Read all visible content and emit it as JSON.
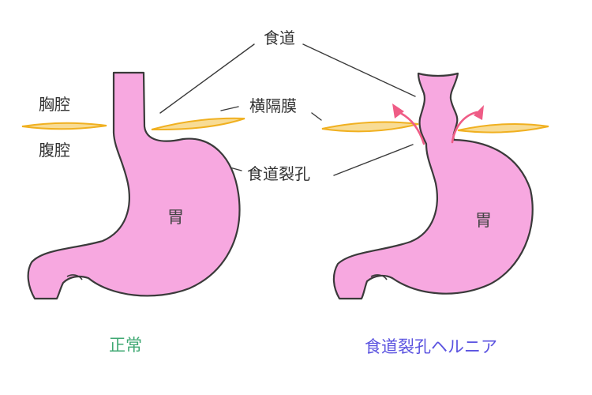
{
  "labels": {
    "esophagus": "食道",
    "thoracic_cavity": "胸腔",
    "diaphragm": "横隔膜",
    "abdominal_cavity": "腹腔",
    "esophageal_hiatus": "食道裂孔",
    "stomach_left": "胃",
    "stomach_right": "胃"
  },
  "captions": {
    "normal": "正常",
    "hernia": "食道裂孔ヘルニア"
  },
  "colors": {
    "stomach_fill": "#f7a8e0",
    "outline": "#3a3a3a",
    "diaphragm_fill": "#f8dc95",
    "diaphragm_edge": "#f0b020",
    "arrow": "#ef5c86",
    "caption_normal": "#3fa873",
    "caption_hernia": "#5b53e0"
  }
}
